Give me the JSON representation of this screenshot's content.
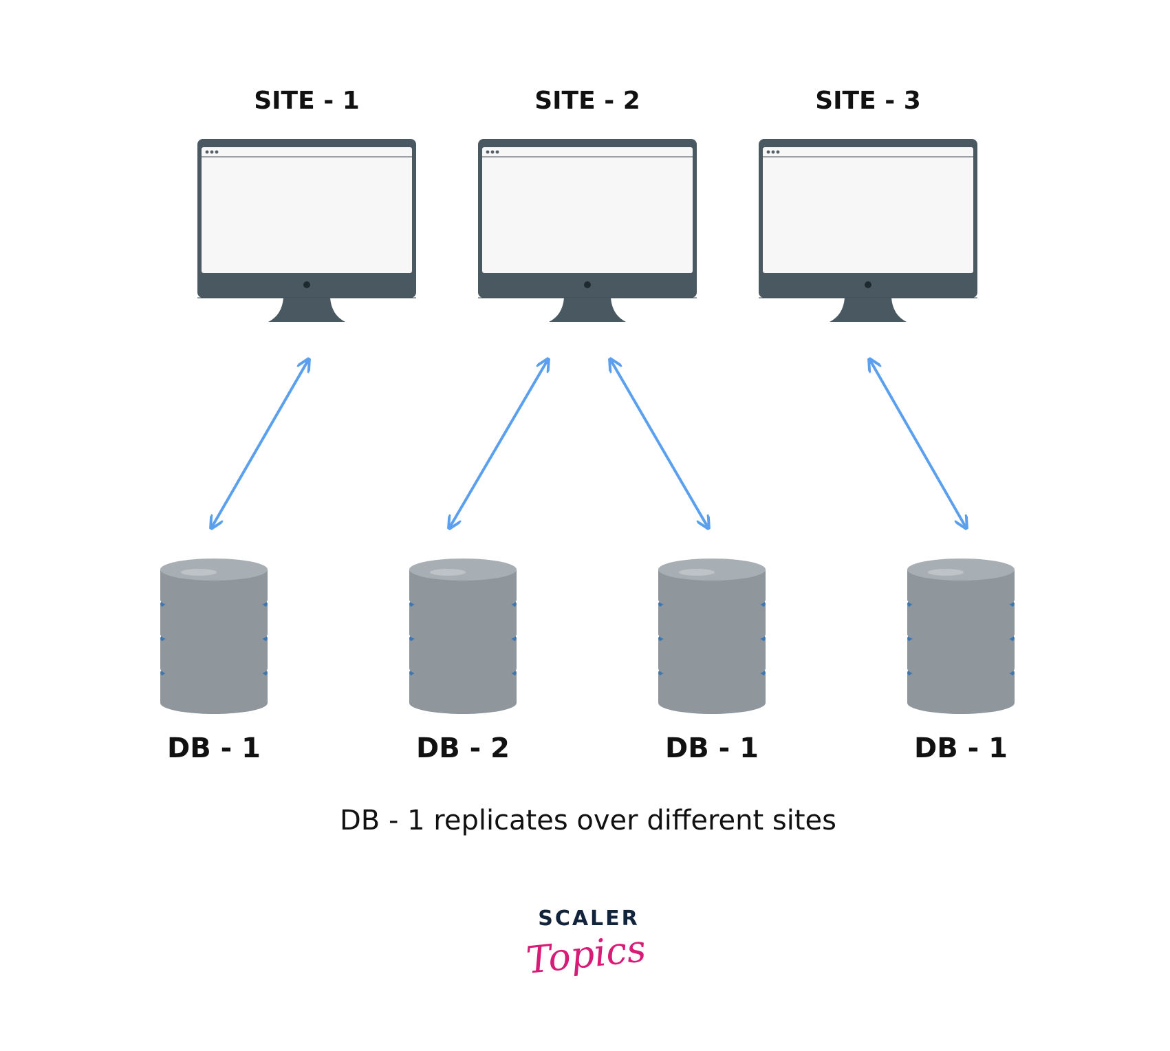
{
  "sites": [
    {
      "label": "SITE - 1"
    },
    {
      "label": "SITE - 2"
    },
    {
      "label": "SITE - 3"
    }
  ],
  "databases": [
    {
      "label": "DB - 1"
    },
    {
      "label": "DB - 2"
    },
    {
      "label": "DB - 1"
    },
    {
      "label": "DB - 1"
    }
  ],
  "connections": [
    {
      "site": "SITE - 1",
      "database": "DB - 1",
      "direction": "bidirectional"
    },
    {
      "site": "SITE - 2",
      "database": "DB - 2",
      "direction": "bidirectional"
    },
    {
      "site": "SITE - 2",
      "database": "DB - 1",
      "direction": "bidirectional"
    },
    {
      "site": "SITE - 3",
      "database": "DB - 1",
      "direction": "bidirectional"
    }
  ],
  "caption": "DB - 1 replicates over different sites",
  "brand": {
    "top": "SCALER",
    "bottom": "Topics"
  },
  "colors": {
    "monitor": "#4a5961",
    "screen": "#f7f7f7",
    "arrow": "#5aa0ee",
    "disk": "#8f979d",
    "disk_top": "#a8afb4",
    "disk_band": "#3f76ad",
    "brand_top": "#12233c",
    "brand_bottom": "#d81b76",
    "text": "#111111"
  }
}
